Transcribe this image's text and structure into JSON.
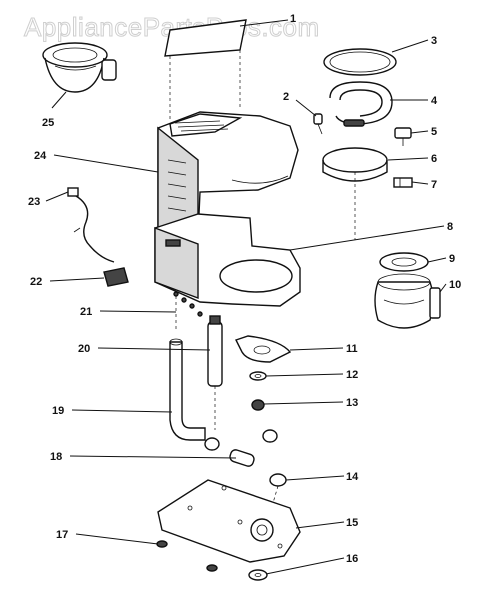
{
  "watermark": "AppliancePartsPros.com",
  "callouts": {
    "c1": "1",
    "c2": "2",
    "c3": "3",
    "c4": "4",
    "c5": "5",
    "c6": "6",
    "c7": "7",
    "c8": "8",
    "c9": "9",
    "c10": "10",
    "c11": "11",
    "c12": "12",
    "c13": "13",
    "c14": "14",
    "c15": "15",
    "c16": "16",
    "c17": "17",
    "c18": "18",
    "c19": "19",
    "c20": "20",
    "c21": "21",
    "c22": "22",
    "c23": "23",
    "c24": "24",
    "c25": "25"
  }
}
